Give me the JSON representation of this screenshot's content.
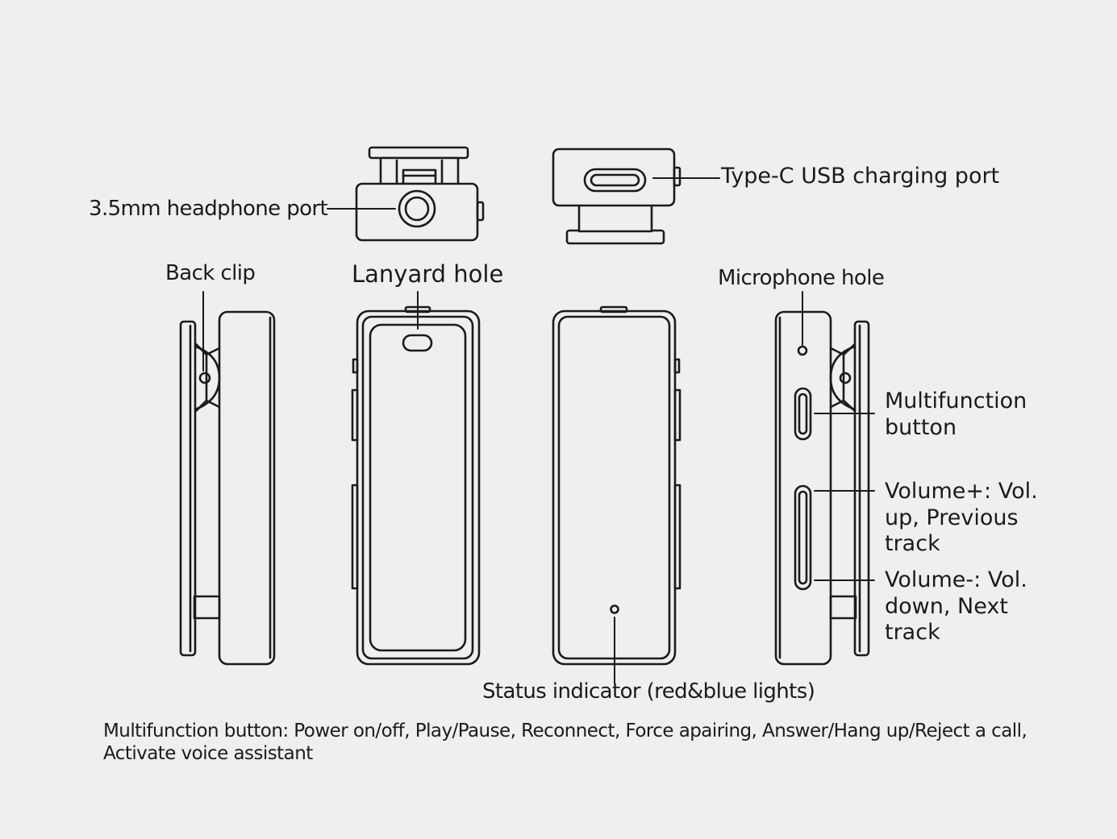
{
  "colors": {
    "background": "#eeeff1",
    "stroke": "#1b1b1b",
    "device_fill": "#eeeff1"
  },
  "labels": {
    "headphone_port": "3.5mm headphone port",
    "usb_port": "Type-C USB charging port",
    "back_clip": "Back clip",
    "lanyard_hole": "Lanyard hole",
    "microphone_hole": "Microphone hole",
    "multifunction_button": [
      "Multifunction",
      "button"
    ],
    "volume_up": [
      "Volume+: Vol.",
      "up, Previous",
      "track"
    ],
    "volume_down": [
      "Volume-: Vol.",
      "down, Next",
      "track"
    ],
    "status_indicator": "Status indicator (red&blue lights)"
  },
  "note": {
    "lines": [
      "Multifunction button: Power on/off, Play/Pause, Reconnect, Force apairing, Answer/Hang up/Reject a call,",
      "Activate voice assistant"
    ]
  }
}
